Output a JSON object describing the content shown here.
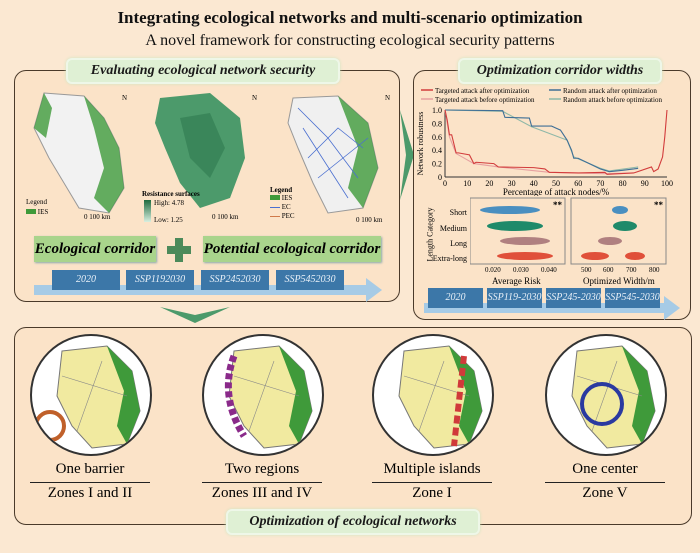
{
  "title": "Integrating ecological networks and multi-scenario optimization",
  "subtitle": "A novel framework for constructing ecological security patterns",
  "left_panel": {
    "heading": "Evaluating ecological network security",
    "map1": {
      "legend_title": "Legend",
      "legend_items": [
        "IES"
      ],
      "scale": "0  100 km",
      "north": "N"
    },
    "map2": {
      "legend_title": "Resistance surfaces",
      "high": "High: 4.78",
      "low": "Low: 1.25",
      "scale": "0  100 km",
      "north": "N"
    },
    "map3": {
      "legend_title": "Legend",
      "legend_items": [
        "IES",
        "EC",
        "PEC"
      ],
      "scale": "0  100 km",
      "north": "N"
    },
    "box1": "Ecological corridor",
    "box2": "Potential ecological corridor",
    "timeline": [
      "2020",
      "SSP1192030",
      "SSP2452030",
      "SSP5452030"
    ]
  },
  "right_panel": {
    "heading": "Optimization corridor widths",
    "violin": {
      "ylabel": "Length Category",
      "categories": [
        "Short",
        "Medium",
        "Long",
        "Extra-long"
      ],
      "left_xlabel": "Average Risk",
      "left_ticks": [
        "0.020",
        "0.030",
        "0.040"
      ],
      "right_xlabel": "Optimized Width/m",
      "right_ticks": [
        "500",
        "600",
        "700",
        "800"
      ],
      "sig": "**"
    },
    "timeline": [
      "2020",
      "SSP119-2030",
      "SSP245-2030",
      "SSP545-2030"
    ]
  },
  "chart_data": {
    "type": "line",
    "xlabel": "Percentage of attack nodes/%",
    "ylabel": "Network robustness",
    "xlim": [
      0,
      100
    ],
    "ylim": [
      0,
      1
    ],
    "xticks": [
      "0",
      "10",
      "20",
      "30",
      "40",
      "50",
      "60",
      "70",
      "80",
      "90",
      "100"
    ],
    "yticks": [
      "0",
      "0.2",
      "0.4",
      "0.6",
      "0.8",
      "1.0"
    ],
    "series": [
      {
        "name": "Targeted attack after optimization",
        "color": "#d23c3c",
        "x": [
          0,
          1,
          2,
          3,
          5,
          6,
          11,
          13,
          14,
          22,
          24,
          40,
          45,
          47,
          60,
          72,
          73,
          85,
          93,
          94,
          96,
          98,
          99,
          100
        ],
        "y": [
          1,
          0.85,
          0.63,
          0.63,
          0.36,
          0.36,
          0.33,
          0.2,
          0.22,
          0.2,
          0.15,
          0.14,
          0.12,
          0.07,
          0.06,
          0.07,
          0.04,
          0.06,
          0.15,
          0.08,
          0.12,
          0.3,
          0.6,
          1
        ]
      },
      {
        "name": "Random attack after optimization",
        "color": "#3f6f96",
        "x": [
          0,
          26,
          27,
          38,
          39,
          48,
          50,
          52,
          55,
          57,
          58,
          60,
          65,
          70,
          74,
          80,
          85,
          87
        ],
        "y": [
          1,
          0.99,
          0.89,
          0.88,
          0.76,
          0.76,
          0.73,
          0.7,
          0.55,
          0.4,
          0.28,
          0.28,
          0.2,
          0.12,
          0.08,
          0.1,
          0.12,
          0.13
        ]
      },
      {
        "name": "Targeted attack before optimization",
        "color": "#e6a0a0",
        "x": [
          0,
          2,
          5,
          13,
          24,
          47,
          72,
          85
        ],
        "y": [
          1,
          0.6,
          0.35,
          0.2,
          0.15,
          0.07,
          0.05,
          0.06
        ]
      },
      {
        "name": "Random attack before optimization",
        "color": "#8fb8a8",
        "x": [
          0,
          26,
          39,
          55,
          58,
          70,
          74,
          87
        ],
        "y": [
          1,
          0.98,
          0.75,
          0.55,
          0.3,
          0.13,
          0.09,
          0.15
        ]
      }
    ]
  },
  "bottom_panel": {
    "heading": "Optimization of ecological networks",
    "items": [
      {
        "title": "One barrier",
        "zones": "Zones I and II"
      },
      {
        "title": "Two regions",
        "zones": "Zones III and IV"
      },
      {
        "title": "Multiple islands",
        "zones": "Zone I"
      },
      {
        "title": "One center",
        "zones": "Zone V"
      }
    ]
  },
  "colors": {
    "background": "#fbe8d2",
    "green": "#a9d48c",
    "blue": "#3c77a8"
  }
}
